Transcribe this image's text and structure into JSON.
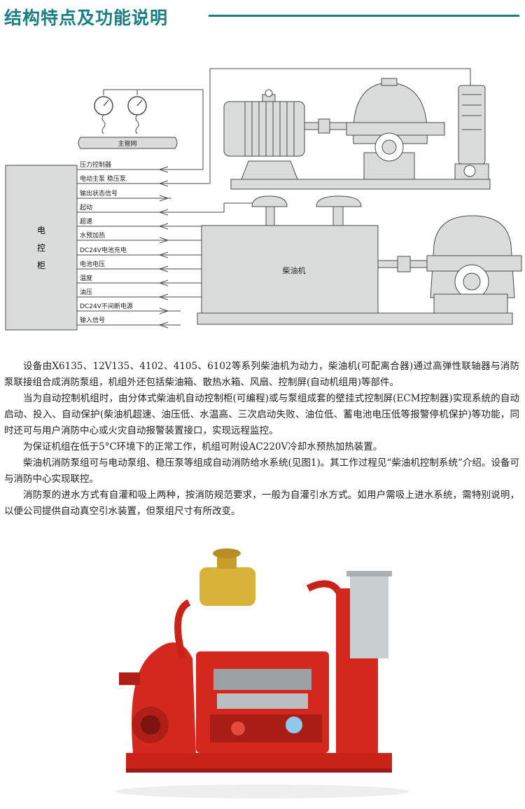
{
  "header": {
    "title": "结构特点及功能说明"
  },
  "diagram": {
    "cabinet_label": [
      "电",
      "控",
      "柜"
    ],
    "main_pipe_label": "主管网",
    "engine_label": "柴油机",
    "signals": [
      "压力控制器",
      "电动主泵 稳压泵",
      "输出状态信号",
      "起动",
      "超速",
      "水预加热",
      "DC24V电池充电",
      "电池电压",
      "温度",
      "油压",
      "DC24V不间断电源",
      "输入信号"
    ]
  },
  "paragraphs": [
    "设备由X6135、12V135、4102、4105、6102等系列柴油机为动力，柴油机(可配离合器)通过高弹性联轴器与消防泵联接组合成消防泵组，机组外还包括柴油箱、散热水箱、风扇、控制屏(自动机组用)等部件。",
    "当为自动控制机组时，由分体式柴油机自动控制柜(可编程)或与泵组成套的壁挂式控制屏(ECM控制器)实现系统的自动启动、投入、自动保护(柴油机超速、油压低、水温高、三次启动失败、油位低、蓄电池电压低等报警停机保护)等功能，同时还可与用户消防中心或火灾自动报警装置接口，实现远程监控。",
    "为保证机组在低于5°C环境下的正常工作，机组可附设AC220V冷却水预热加热装置。",
    "柴油机消防泵组可与电动泵组、稳压泵等组成自动消防给水系统(见图1)。其工作过程见“柴油机控制系统”介绍。设备可与消防中心实现联控。",
    "消防泵的进水方式有自灌和吸上两种，按消防规范要求，一般为自灌引水方式。如用户需吸上进水系统，需特别说明，以便公司提供自动真空引水装置，但泵组尺寸有所改变。"
  ],
  "colors": {
    "accent": "#1a7f84",
    "diagram_fill": "#d9dcdb",
    "diagram_stroke": "#4a4a4a",
    "unit_red": "#d4281f",
    "engine_yellow": "#d9b23a"
  }
}
